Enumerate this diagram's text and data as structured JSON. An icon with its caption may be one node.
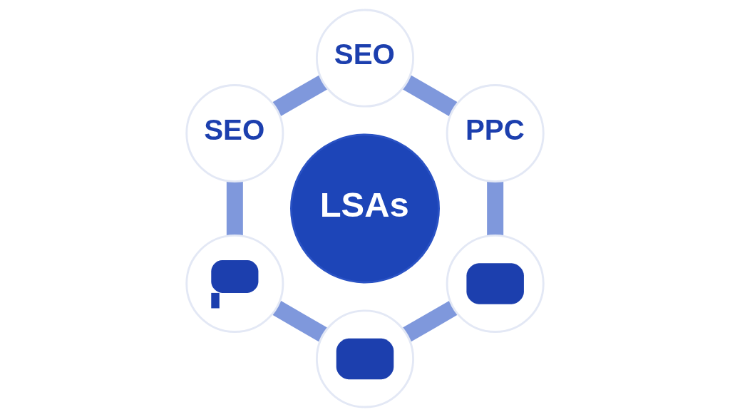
{
  "diagram": {
    "nodes": [
      {
        "text": [
          "SEO"
        ]
      },
      {
        "text": [
          "SEO"
        ]
      },
      {
        "text": [
          "PPC"
        ]
      },
      {
        "text": [
          "LSAs"
        ]
      },
      {
        "text": [],
        "shape": "circle"
      },
      {
        "text": [],
        "shape": "circle"
      },
      {
        "text": [],
        "shape": "circle"
      }
    ],
    "edges": [
      {
        "from": 0,
        "to": 2,
        "arrow": "none"
      },
      {
        "from": 2,
        "to": 5,
        "arrow": "none"
      },
      {
        "from": 5,
        "to": 6,
        "arrow": "none"
      },
      {
        "from": 6,
        "to": 4,
        "arrow": "none"
      },
      {
        "from": 4,
        "to": 1,
        "arrow": "none"
      },
      {
        "from": 1,
        "to": 0,
        "arrow": "none"
      }
    ]
  }
}
